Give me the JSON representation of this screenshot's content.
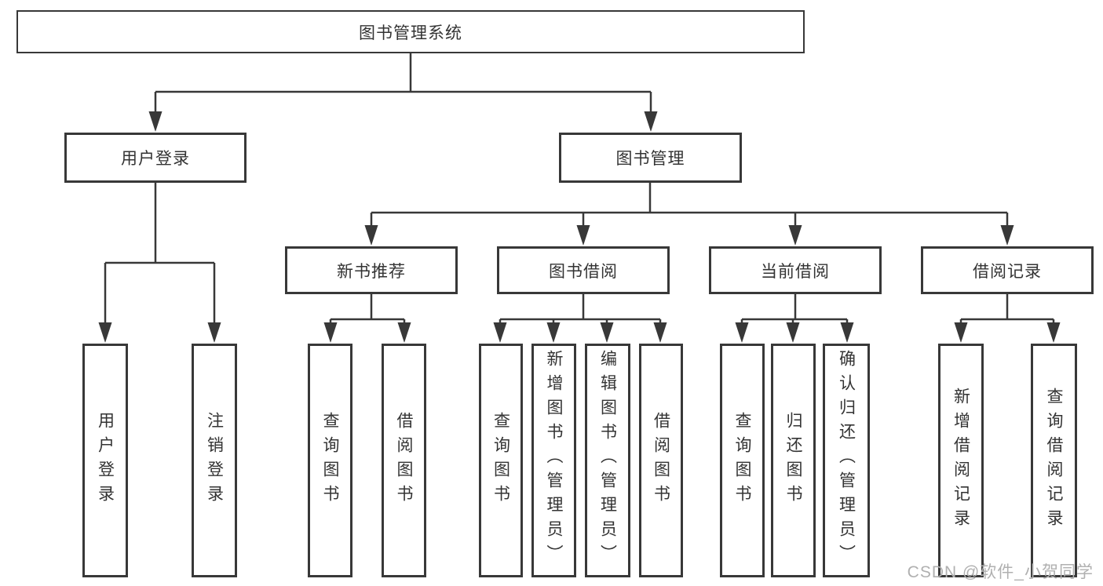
{
  "diagram": {
    "title": "图书管理系统"
  },
  "nodes": {
    "root": {
      "label": "图书管理系统",
      "parent": null
    },
    "login": {
      "label": "用户登录",
      "parent": "图书管理系统"
    },
    "mgmt": {
      "label": "图书管理",
      "parent": "图书管理系统"
    },
    "rec": {
      "label": "新书推荐",
      "parent": "图书管理"
    },
    "borrow": {
      "label": "图书借阅",
      "parent": "图书管理"
    },
    "current": {
      "label": "当前借阅",
      "parent": "图书管理"
    },
    "records": {
      "label": "借阅记录",
      "parent": "图书管理"
    },
    "a1": {
      "label": "用户登录",
      "parent": "用户登录"
    },
    "a2": {
      "label": "注销登录",
      "parent": "用户登录"
    },
    "b1": {
      "label": "查询图书",
      "parent": "新书推荐"
    },
    "b2": {
      "label": "借阅图书",
      "parent": "新书推荐"
    },
    "c1": {
      "label": "查询图书",
      "parent": "图书借阅"
    },
    "c2": {
      "label": "新增图书（管理员）",
      "parent": "图书借阅"
    },
    "c3": {
      "label": "编辑图书（管理员）",
      "parent": "图书借阅"
    },
    "c4": {
      "label": "借阅图书",
      "parent": "图书借阅"
    },
    "d1": {
      "label": "查询图书",
      "parent": "当前借阅"
    },
    "d2": {
      "label": "归还图书",
      "parent": "当前借阅"
    },
    "d3": {
      "label": "确认归还（管理员）",
      "parent": "当前借阅"
    },
    "e1": {
      "label": "新增借阅记录",
      "parent": "借阅记录"
    },
    "e2": {
      "label": "查询借阅记录",
      "parent": "借阅记录"
    }
  },
  "watermark": {
    "text": "CSDN @软件_小贺同学"
  },
  "colors": {
    "line": "#383838",
    "border": "#383838",
    "text": "#333333",
    "box_bg": "#ffffff",
    "watermark": "#b0b0b0"
  }
}
